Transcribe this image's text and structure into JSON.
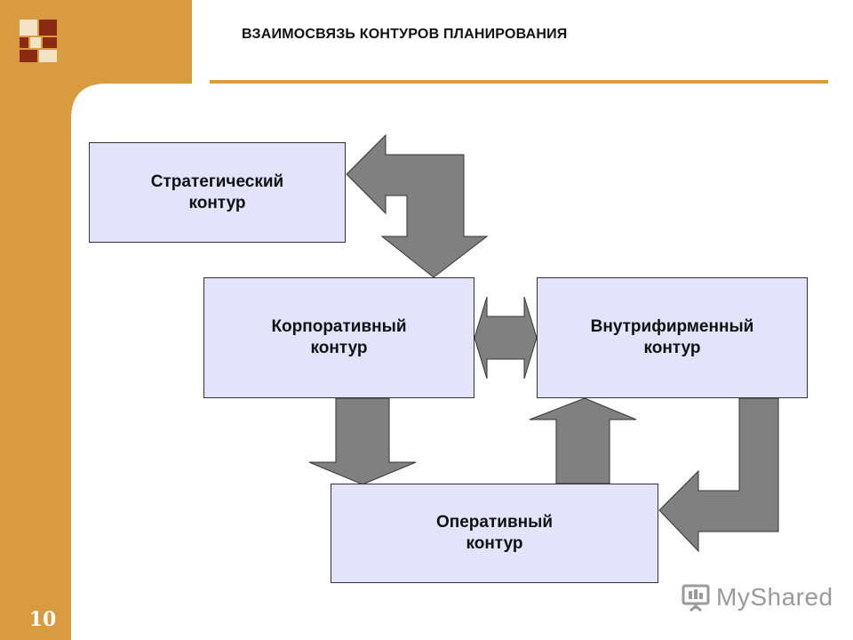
{
  "slide": {
    "title": "ВЗАИМОСВЯЗЬ КОНТУРОВ ПЛАНИРОВАНИЯ",
    "page_number": "10"
  },
  "boxes": {
    "strategic": "Стратегический\nконтур",
    "corporate": "Корпоративный\nконтур",
    "internal": "Внутрифирменный\nконтур",
    "operative": "Оперативный\nконтур"
  },
  "watermark": {
    "text": "MyShared"
  },
  "colors": {
    "sidebar": "#d89b40",
    "box_fill": "#e3e4fb",
    "arrow_fill": "#808080",
    "logo_dark": "#8b2a12"
  }
}
